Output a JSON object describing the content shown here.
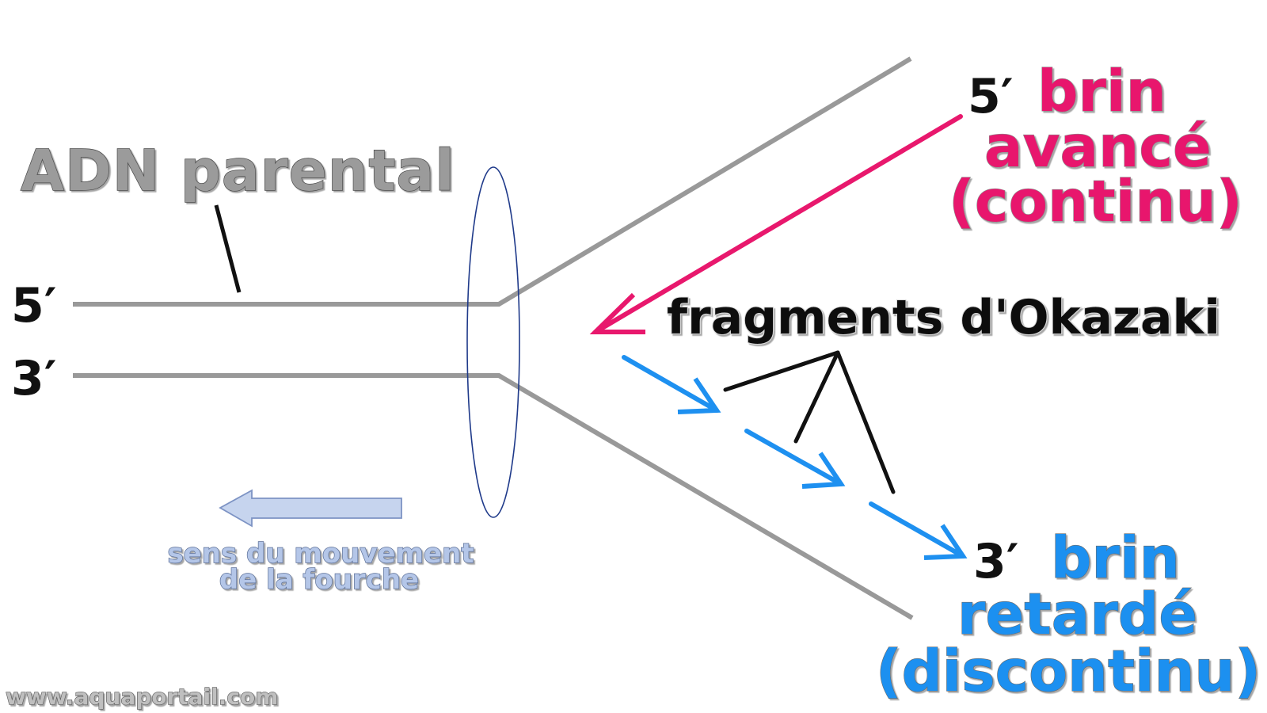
{
  "labels": {
    "parental_dna": "ADN parental",
    "end_top_left": "5′",
    "end_bottom_left": "3′",
    "leading_end": "5′",
    "leading_word1": "brin",
    "leading_word2": "avancé",
    "leading_word3": "(continu)",
    "okazaki": "fragments d'Okazaki",
    "lagging_end": "3′",
    "lagging_word1": "brin",
    "lagging_word2": "retardé",
    "lagging_word3": "(discontinu)",
    "fork_direction_line1": "sens du mouvement",
    "fork_direction_line2": "de la fourche",
    "watermark": "www.aquaportail.com"
  },
  "colors": {
    "strand_gray": "#999999",
    "leading_pink": "#e8186d",
    "lagging_blue": "#1e90f0",
    "ellipse_navy": "#1f3a8a",
    "fork_arrow_fill": "#c6d4ee",
    "fork_arrow_stroke": "#7d93c4"
  }
}
